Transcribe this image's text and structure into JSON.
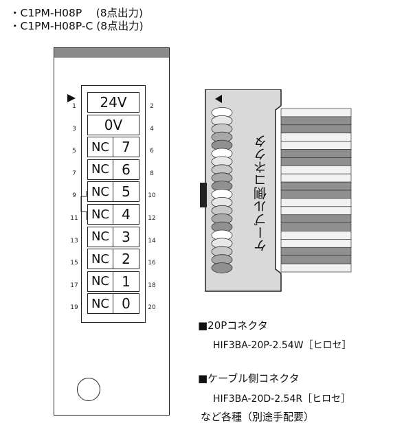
{
  "header": {
    "line1": "・C1PM-H08P　 (8点出力)",
    "line2": "・C1PM-H08P-C (8点出力)"
  },
  "module": {
    "rows": [
      {
        "left_pin": "1",
        "right_pin": "2",
        "label": "24V",
        "num": ""
      },
      {
        "left_pin": "3",
        "right_pin": "4",
        "label": "0V",
        "num": ""
      },
      {
        "left_pin": "5",
        "right_pin": "6",
        "label": "NC",
        "num": "7"
      },
      {
        "left_pin": "7",
        "right_pin": "8",
        "label": "NC",
        "num": "6"
      },
      {
        "left_pin": "9",
        "right_pin": "10",
        "label": "NC",
        "num": "5"
      },
      {
        "left_pin": "11",
        "right_pin": "12",
        "label": "NC",
        "num": "4"
      },
      {
        "left_pin": "13",
        "right_pin": "14",
        "label": "NC",
        "num": "3"
      },
      {
        "left_pin": "15",
        "right_pin": "16",
        "label": "NC",
        "num": "2"
      },
      {
        "left_pin": "17",
        "right_pin": "18",
        "label": "NC",
        "num": "1"
      },
      {
        "left_pin": "19",
        "right_pin": "20",
        "label": "NC",
        "num": "0"
      }
    ]
  },
  "cable_connector": {
    "vertical_label": "ケーブル側コネクタ"
  },
  "notes": {
    "n1_title": "■20Pコネクタ",
    "n1_part": "HIF3BA-20P-2.54W［ヒロセ］",
    "n2_title": "■ケーブル側コネクタ",
    "n2_part": "HIF3BA-20D-2.54R［ヒロセ］",
    "n2_extra": "など各種（別途手配要）"
  },
  "colors": {
    "module_top_bar": "#8a8a8a",
    "connector_body": "#d9d9d9",
    "ribbon_dark": "#8f8f8f",
    "ribbon_light": "#f2f2f2"
  }
}
